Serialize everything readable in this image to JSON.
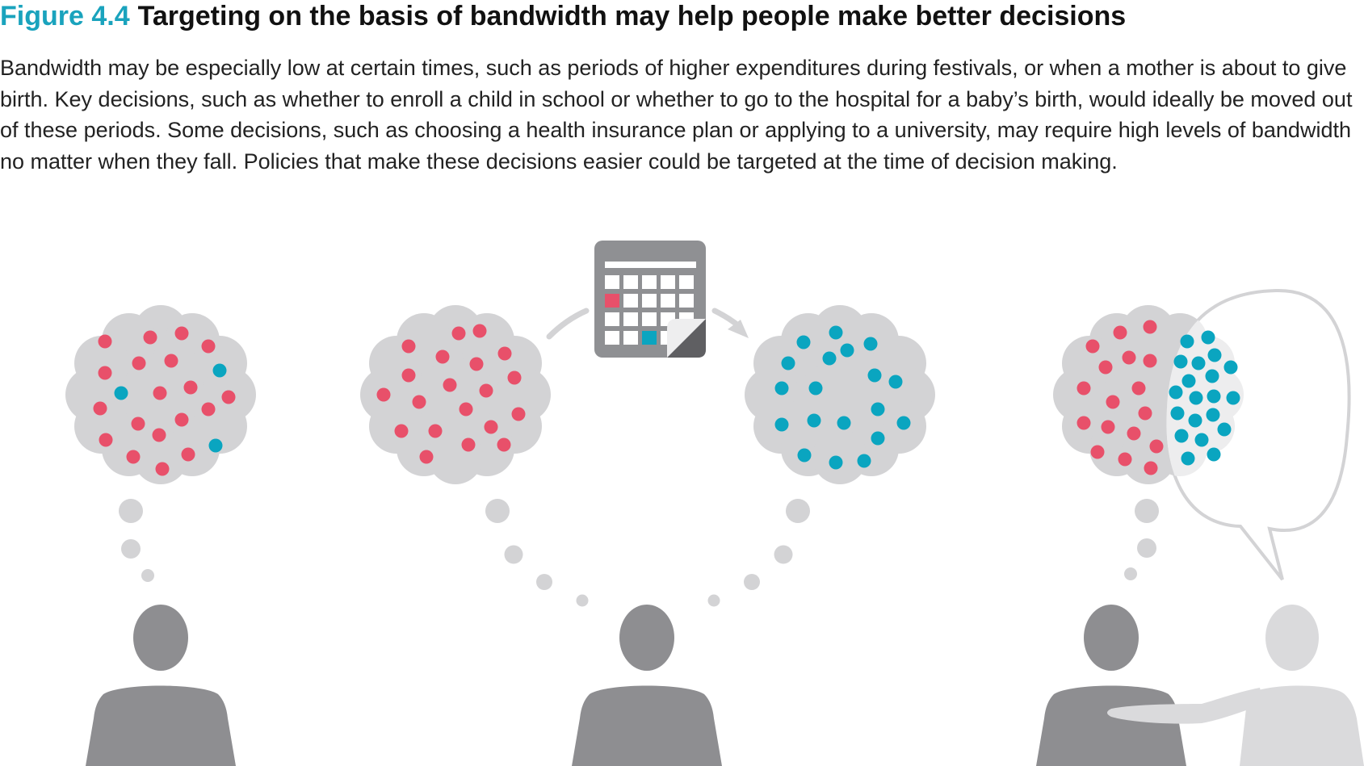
{
  "figure": {
    "label": "Figure 4.4",
    "title": "Targeting on the basis of bandwidth may help people make better decisions",
    "caption": "Bandwidth may be especially low at certain times, such as periods of higher expenditures during festivals, or when a mother is about to give birth. Key decisions, such as whether to enroll a child in school or whether to go to the hospital for a baby’s birth, would ideally be moved out of these periods. Some decisions, such as choosing a health insurance plan or applying to a university, may require high levels of bandwidth no matter when they fall. Policies that make these decisions easier could be targeted at the time of decision making."
  },
  "colors": {
    "accent": "#1aa3bd",
    "dot_red": "#e8506a",
    "dot_teal": "#0aa5c0",
    "cloud": "#d3d3d5",
    "person_dark": "#8e8e91",
    "person_light": "#dadadc",
    "calendar_body": "#8f9093"
  },
  "icons": [
    "thought-cloud-icon",
    "person-icon",
    "calendar-icon",
    "arrow-icon",
    "speech-bubble-icon"
  ]
}
